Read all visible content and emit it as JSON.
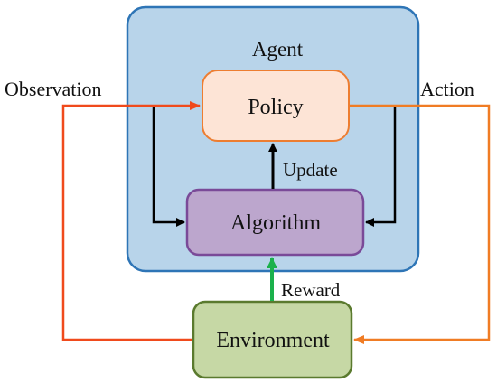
{
  "agent": {
    "label": "Agent",
    "policy_label": "Policy",
    "algorithm_label": "Algorithm",
    "update_label": "Update"
  },
  "environment": {
    "label": "Environment"
  },
  "signals": {
    "observation_label": "Observation",
    "action_label": "Action",
    "reward_label": "Reward"
  },
  "colors": {
    "agent_fill": "#b8d4ea",
    "agent_stroke": "#2e75b6",
    "policy_fill": "#fde4d6",
    "policy_stroke": "#ed7d31",
    "algorithm_fill": "#bca6cd",
    "algorithm_stroke": "#7a4a98",
    "environment_fill": "#c6d8a5",
    "environment_stroke": "#5a7a2e",
    "observation_line": "#f04a1c",
    "action_line": "#f07c24",
    "reward_arrow": "#1bb14c",
    "internal_arrow": "#000000"
  }
}
